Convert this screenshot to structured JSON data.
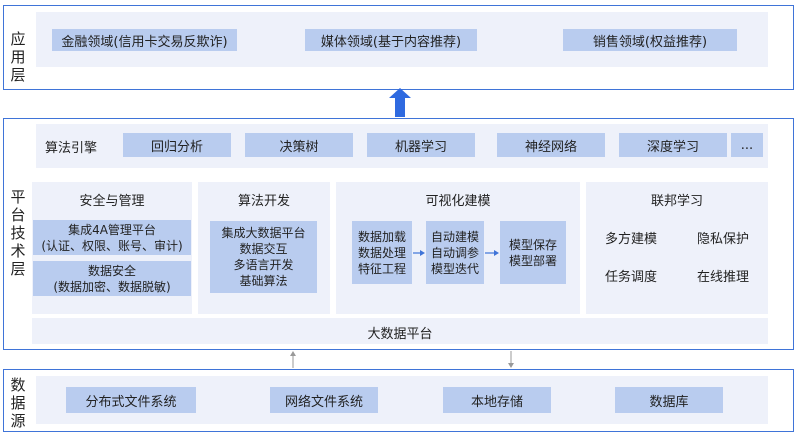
{
  "application_layer": {
    "label_chars": [
      "应",
      "用",
      "层"
    ],
    "items": [
      "金融领域(信用卡交易反欺诈)",
      "媒体领域(基于内容推荐)",
      "销售领域(权益推荐)"
    ]
  },
  "platform_layer": {
    "label_chars": [
      "平",
      "台",
      "技",
      "术",
      "层"
    ],
    "algorithm_engine": {
      "title": "算法引擎",
      "items": [
        "回归分析",
        "决策树",
        "机器学习",
        "神经网络",
        "深度学习",
        "..."
      ]
    },
    "security": {
      "title": "安全与管理",
      "box1": [
        "集成4A管理平台",
        "(认证、权限、账号、审计)"
      ],
      "box2": [
        "数据安全",
        "(数据加密、数据脱敏)"
      ]
    },
    "algo_dev": {
      "title": "算法开发",
      "lines": [
        "集成大数据平台",
        "数据交互",
        "多语言开发",
        "基础算法"
      ]
    },
    "visual_modeling": {
      "title": "可视化建模",
      "step1": [
        "数据加载",
        "数据处理",
        "特征工程"
      ],
      "step2": [
        "自动建模",
        "自动调参",
        "模型迭代"
      ],
      "step3": [
        "模型保存",
        "模型部署"
      ]
    },
    "federated": {
      "title": "联邦学习",
      "items": [
        "多方建模",
        "隐私保护",
        "任务调度",
        "在线推理"
      ]
    },
    "big_data_platform": "大数据平台"
  },
  "data_source_layer": {
    "label_chars": [
      "数",
      "据",
      "源"
    ],
    "items": [
      "分布式文件系统",
      "网络文件系统",
      "本地存储",
      "数据库"
    ]
  },
  "colors": {
    "frame_border": "#3f74d8",
    "panel_bg": "#eef1fa",
    "box_bg": "#b9ccef",
    "big_arrow": "#2f6ae0",
    "small_arrow": "#999999"
  }
}
